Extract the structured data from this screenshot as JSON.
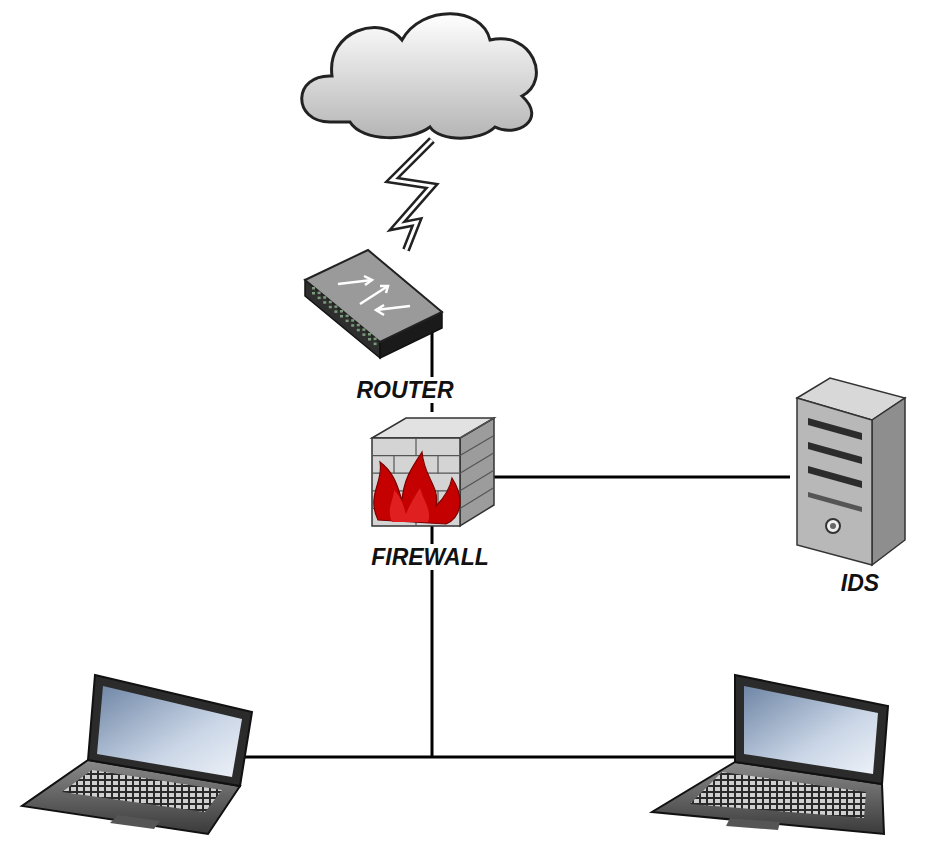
{
  "diagram": {
    "nodes": [
      {
        "text": [
          "ROUTER"
        ]
      },
      {
        "text": [
          "FIREWALL"
        ]
      },
      {
        "text": [
          "IDS"
        ]
      }
    ],
    "edges": [
      {
        "from": 0,
        "to": 1,
        "arrow": "none"
      },
      {
        "from": 1,
        "to": 2,
        "arrow": "none"
      }
    ]
  }
}
